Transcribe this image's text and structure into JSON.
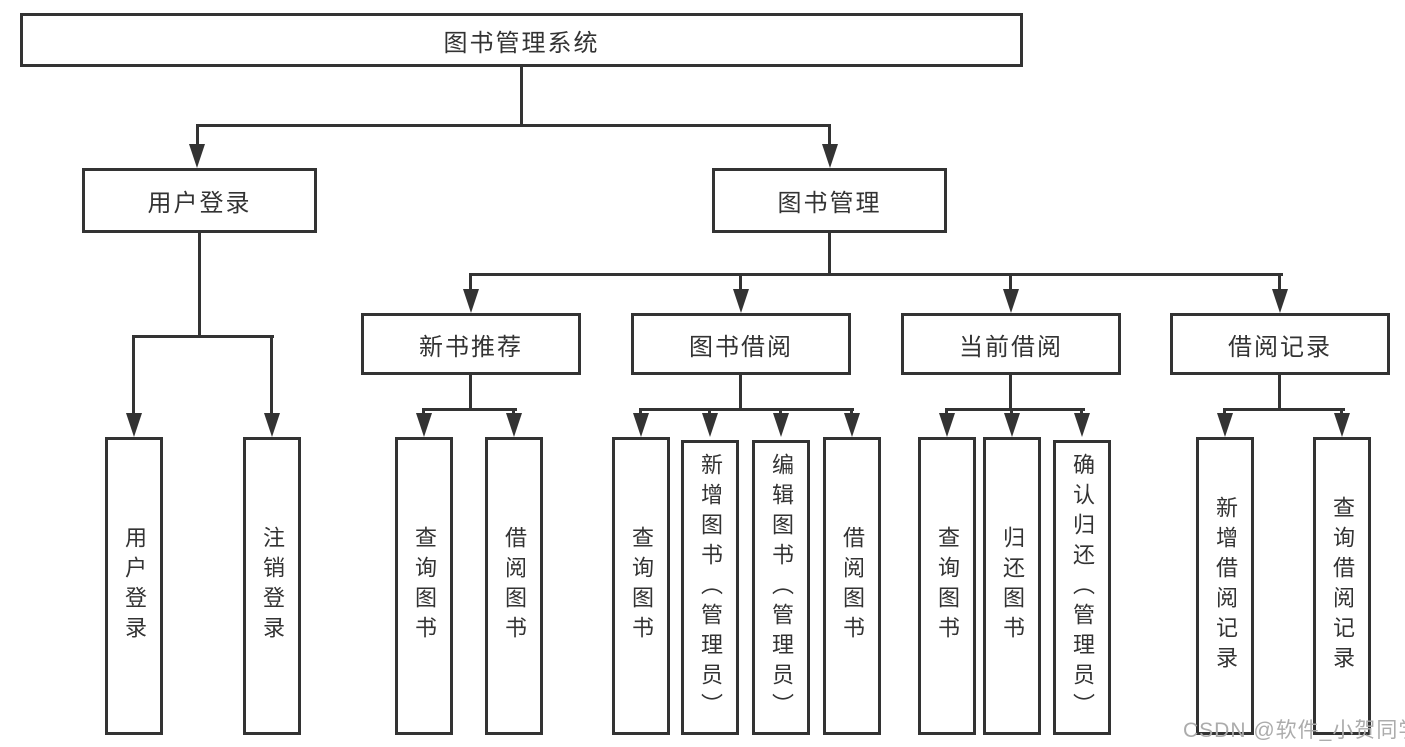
{
  "tree": {
    "root": {
      "label": "图书管理系统"
    },
    "branches": [
      {
        "label": "用户登录",
        "children": [
          {
            "label": "用户登录"
          },
          {
            "label": "注销登录"
          }
        ]
      },
      {
        "label": "图书管理",
        "groups": [
          {
            "label": "新书推荐",
            "children": [
              {
                "label": "查询图书"
              },
              {
                "label": "借阅图书"
              }
            ]
          },
          {
            "label": "图书借阅",
            "children": [
              {
                "label": "查询图书"
              },
              {
                "label": "新增图书（管理员）"
              },
              {
                "label": "编辑图书（管理员）"
              },
              {
                "label": "借阅图书"
              }
            ]
          },
          {
            "label": "当前借阅",
            "children": [
              {
                "label": "查询图书"
              },
              {
                "label": "归还图书"
              },
              {
                "label": "确认归还（管理员）"
              }
            ]
          },
          {
            "label": "借阅记录",
            "children": [
              {
                "label": "新增借阅记录"
              },
              {
                "label": "查询借阅记录"
              }
            ]
          }
        ]
      }
    ]
  },
  "watermark": {
    "text": "CSDN @软件_小贺同学"
  },
  "colors": {
    "line": "#333333",
    "box_border": "#333333",
    "text": "#333333",
    "watermark": "#acacac",
    "background": "#ffffff"
  }
}
